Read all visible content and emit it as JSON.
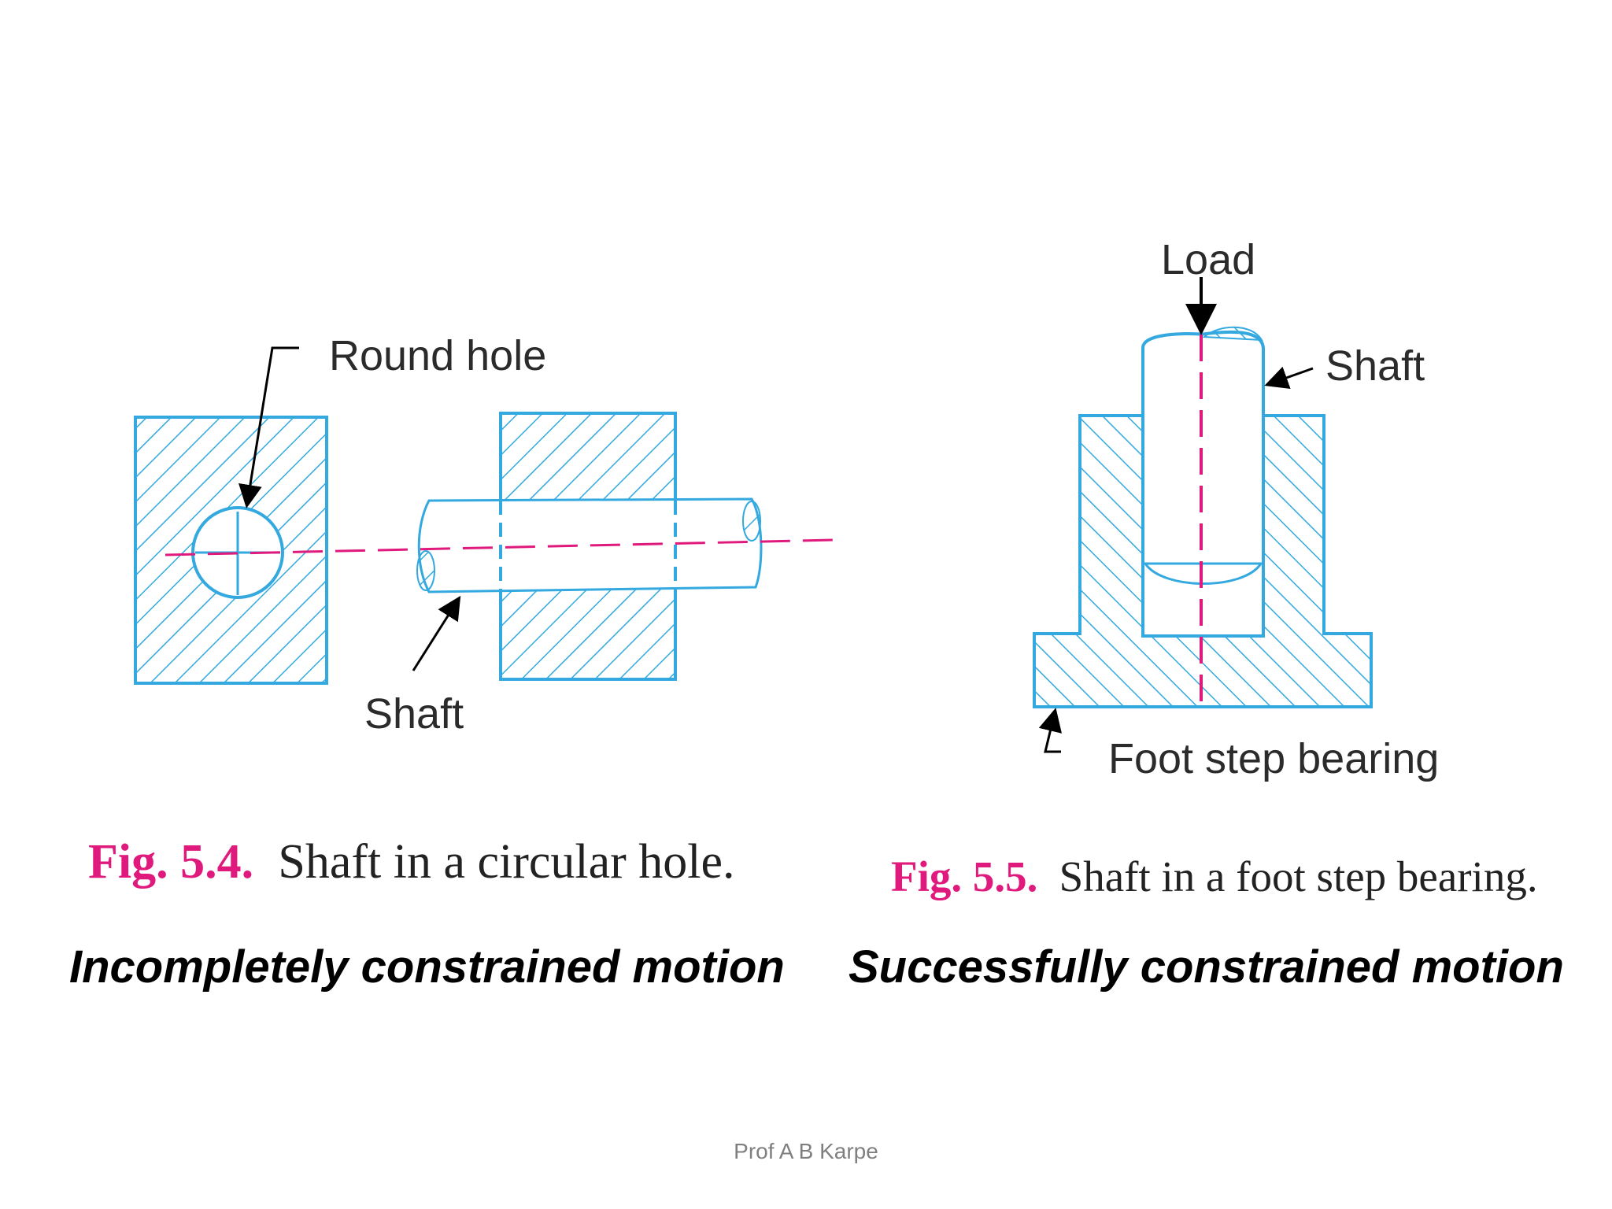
{
  "fig54": {
    "round_hole_label": "Round hole",
    "shaft_label": "Shaft",
    "caption_num": "Fig. 5.4.",
    "caption_text": "Shaft in a circular hole."
  },
  "fig55": {
    "load_label": "Load",
    "shaft_label": "Shaft",
    "bearing_label": "Foot step bearing",
    "caption_num": "Fig. 5.5.",
    "caption_text": "Shaft in a foot step bearing."
  },
  "motion": {
    "left": "Incompletely constrained motion",
    "right": "Successfully constrained motion"
  },
  "footer": "Prof A B Karpe",
  "colors": {
    "part_stroke": "#33a9e0",
    "centerline": "#e0197d",
    "caption_accent": "#e0197d"
  }
}
